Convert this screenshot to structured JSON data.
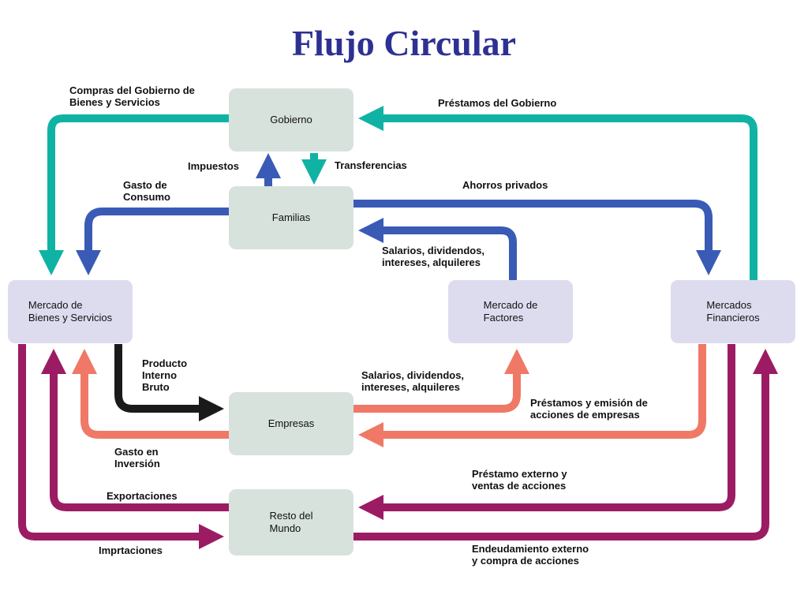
{
  "title": "Flujo Circular",
  "colors": {
    "teal": "#10b3a3",
    "blue": "#3a5bb5",
    "black": "#1a1a1a",
    "salmon": "#f07866",
    "magenta": "#9c1c63",
    "node_green": "#d7e2dc",
    "node_purple": "#dddcef"
  },
  "nodes": {
    "gobierno": "Gobierno",
    "familias": "Familias",
    "mercado_bienes": "Mercado de\nBienes y Servicios",
    "mercado_factores": "Mercado de\nFactores",
    "mercados_financieros": "Mercados\nFinancieros",
    "empresas": "Empresas",
    "resto_mundo": "Resto del\nMundo"
  },
  "flows": {
    "compras_gobierno": "Compras del Gobierno de\nBienes y Servicios",
    "prestamos_gobierno": "Préstamos del Gobierno",
    "impuestos": "Impuestos",
    "transferencias": "Transferencias",
    "gasto_consumo": "Gasto de\nConsumo",
    "ahorros_privados": "Ahorros privados",
    "salarios_factores": "Salarios, dividendos,\nintereses, alquileres",
    "producto_interno": "Producto\nInterno\nBruto",
    "salarios_empresas": "Salarios, dividendos,\nintereses, alquileres",
    "prestamos_empresas": "Préstamos y emisión de\nacciones de empresas",
    "gasto_inversion": "Gasto en\nInversión",
    "prestamo_externo": "Préstamo externo y\nventas de acciones",
    "exportaciones": "Exportaciones",
    "importaciones": "Imprtaciones",
    "endeudamiento": "Endeudamiento externo\ny compra de acciones"
  }
}
